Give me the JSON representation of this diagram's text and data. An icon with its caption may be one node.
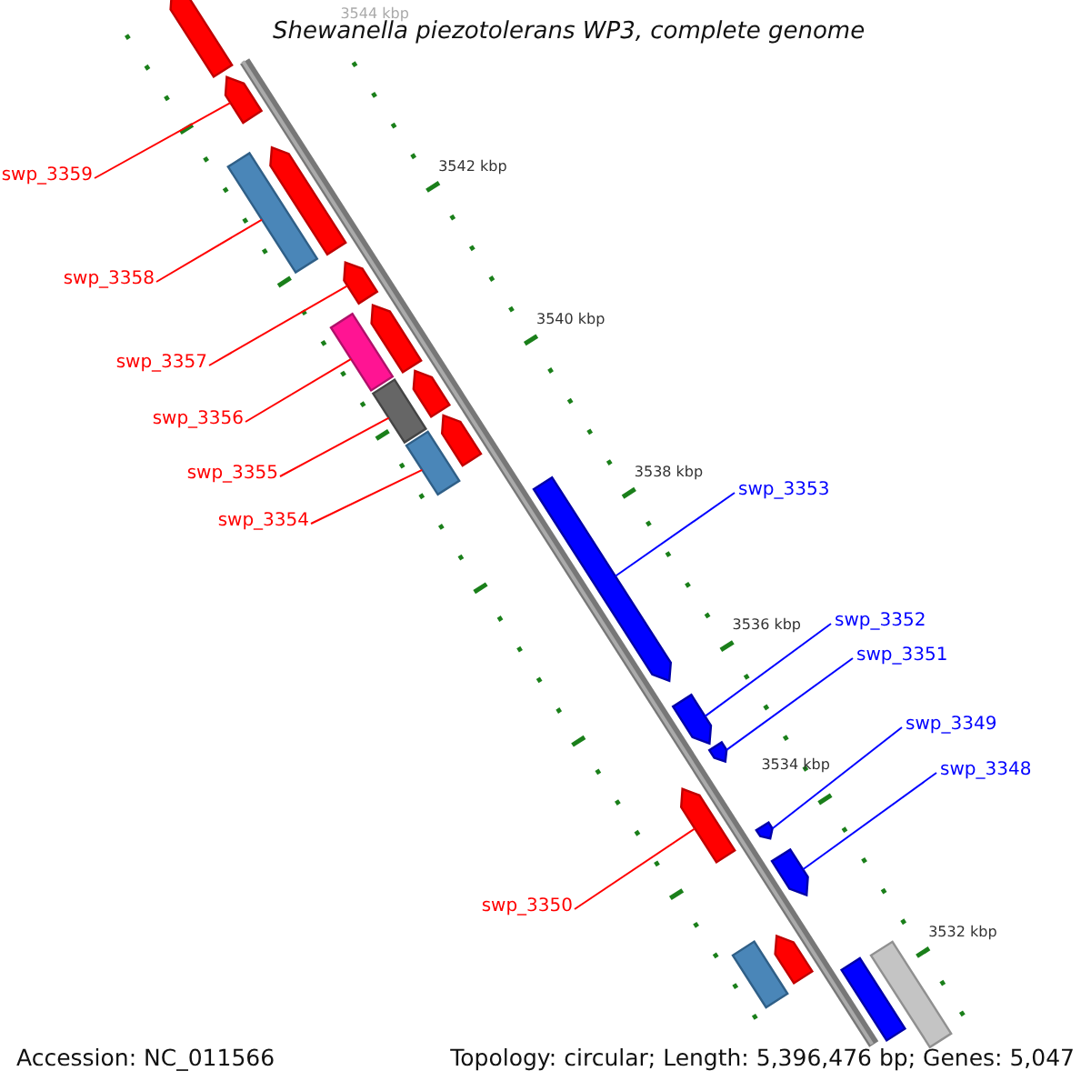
{
  "diagram": {
    "title": "Shewanella piezotolerans WP3, complete genome",
    "nodes": [
      {
        "text": [],
        "shape": "bar"
      },
      {
        "text": [],
        "shape": "bar"
      },
      {
        "text": [],
        "shape": "bar"
      },
      {
        "text": [],
        "shape": "bar"
      },
      {
        "text": [],
        "shape": "bar"
      },
      {
        "text": [],
        "shape": "bar"
      },
      {
        "text": [],
        "shape": "bar"
      },
      {
        "text": [],
        "shape": "bar"
      },
      {
        "text": [],
        "shape": "bar"
      },
      {
        "text": [],
        "shape": "bar"
      },
      {
        "text": [],
        "shape": "bar"
      },
      {
        "text": [],
        "shape": "bar"
      },
      {
        "text": [],
        "shape": "bar"
      },
      {
        "text": [],
        "shape": "bar"
      },
      {
        "text": [],
        "shape": "bar"
      },
      {
        "text": [],
        "shape": "bar"
      },
      {
        "text": [],
        "shape": "bar"
      },
      {
        "text": [],
        "shape": "bar"
      },
      {
        "text": [],
        "shape": "bar"
      },
      {
        "text": [],
        "shape": "bar"
      },
      {
        "text": [],
        "shape": "bar"
      },
      {
        "text": [
          "swp_3359"
        ]
      },
      {
        "text": [
          "swp_3358"
        ]
      },
      {
        "text": [
          "swp_3357"
        ]
      },
      {
        "text": [
          "swp_3356"
        ]
      },
      {
        "text": [
          "swp_3355"
        ]
      },
      {
        "text": [
          "swp_3354"
        ]
      },
      {
        "text": [
          "swp_3353"
        ]
      },
      {
        "text": [
          "swp_3352"
        ]
      },
      {
        "text": [
          "swp_3351"
        ]
      },
      {
        "text": [
          "swp_3349"
        ]
      },
      {
        "text": [
          "swp_3348"
        ]
      },
      {
        "text": [
          "swp_3350"
        ]
      }
    ],
    "edges": [
      {
        "from": 21,
        "to": 1,
        "arrow": "none"
      },
      {
        "from": 22,
        "to": 3,
        "arrow": "none"
      },
      {
        "from": 23,
        "to": 4,
        "arrow": "none"
      },
      {
        "from": 24,
        "to": 5,
        "arrow": "none"
      },
      {
        "from": 25,
        "to": 7,
        "arrow": "none"
      },
      {
        "from": 26,
        "to": 9,
        "arrow": "none"
      },
      {
        "from": 27,
        "to": 11,
        "arrow": "none",
        "color": "#0000ff"
      },
      {
        "from": 28,
        "to": 12,
        "arrow": "none",
        "color": "#0000ff"
      },
      {
        "from": 29,
        "to": 13,
        "arrow": "none",
        "color": "#0000ff"
      },
      {
        "from": 30,
        "to": 15,
        "arrow": "none",
        "color": "#0000ff"
      },
      {
        "from": 31,
        "to": 16,
        "arrow": "none",
        "color": "#0000ff"
      },
      {
        "from": 32,
        "to": 14,
        "arrow": "none"
      }
    ],
    "labels": [
      "3544 kbp",
      "3542 kbp",
      "3540 kbp",
      "3538 kbp",
      "3536 kbp",
      "3534 kbp",
      "3532 kbp",
      "Accession: NC_011566",
      "Topology: circular; Length: 5,396,476 bp; Genes: 5,047"
    ]
  }
}
